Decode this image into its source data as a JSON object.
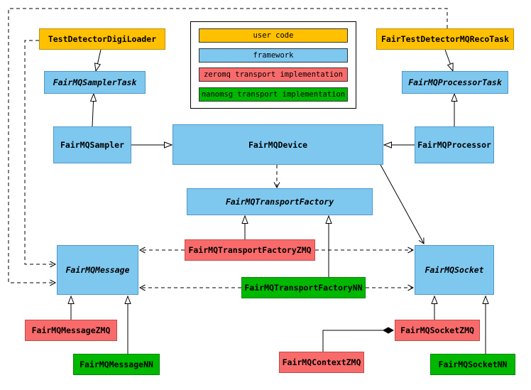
{
  "diagram": {
    "legend": {
      "items": [
        {
          "label": "user code",
          "color": "#FFC000"
        },
        {
          "label": "framework",
          "color": "#7EC8F0"
        },
        {
          "label": "zeromq transport implementation",
          "color": "#F96B6B"
        },
        {
          "label": "nanomsg transport implementation",
          "color": "#00B800"
        }
      ]
    },
    "nodes": {
      "test_detector_digi_loader": {
        "label": "TestDetectorDigiLoader",
        "category": "user code",
        "abstract": false
      },
      "fair_test_detector_mq_reco_task": {
        "label": "FairTestDetectorMQRecoTask",
        "category": "user code",
        "abstract": false
      },
      "fairmq_sampler_task": {
        "label": "FairMQSamplerTask",
        "category": "framework",
        "abstract": true
      },
      "fairmq_processor_task": {
        "label": "FairMQProcessorTask",
        "category": "framework",
        "abstract": true
      },
      "fairmq_sampler": {
        "label": "FairMQSampler",
        "category": "framework",
        "abstract": false
      },
      "fairmq_device": {
        "label": "FairMQDevice",
        "category": "framework",
        "abstract": false
      },
      "fairmq_processor": {
        "label": "FairMQProcessor",
        "category": "framework",
        "abstract": false
      },
      "fairmq_transport_factory": {
        "label": "FairMQTransportFactory",
        "category": "framework",
        "abstract": true
      },
      "fairmq_transport_factory_zmq": {
        "label": "FairMQTransportFactoryZMQ",
        "category": "zeromq transport implementation",
        "abstract": false
      },
      "fairmq_transport_factory_nn": {
        "label": "FairMQTransportFactoryNN",
        "category": "nanomsg transport implementation",
        "abstract": false
      },
      "fairmq_message": {
        "label": "FairMQMessage",
        "category": "framework",
        "abstract": true
      },
      "fairmq_socket": {
        "label": "FairMQSocket",
        "category": "framework",
        "abstract": true
      },
      "fairmq_message_zmq": {
        "label": "FairMQMessageZMQ",
        "category": "zeromq transport implementation",
        "abstract": false
      },
      "fairmq_message_nn": {
        "label": "FairMQMessageNN",
        "category": "nanomsg transport implementation",
        "abstract": false
      },
      "fairmq_context_zmq": {
        "label": "FairMQContextZMQ",
        "category": "zeromq transport implementation",
        "abstract": false
      },
      "fairmq_socket_zmq": {
        "label": "FairMQSocketZMQ",
        "category": "zeromq transport implementation",
        "abstract": false
      },
      "fairmq_socket_nn": {
        "label": "FairMQSocketNN",
        "category": "nanomsg transport implementation",
        "abstract": false
      }
    },
    "edges": [
      {
        "from": "TestDetectorDigiLoader",
        "to": "FairMQSamplerTask",
        "type": "inheritance"
      },
      {
        "from": "FairMQSampler",
        "to": "FairMQSamplerTask",
        "type": "inheritance"
      },
      {
        "from": "FairTestDetectorMQRecoTask",
        "to": "FairMQProcessorTask",
        "type": "inheritance"
      },
      {
        "from": "FairMQProcessor",
        "to": "FairMQProcessorTask",
        "type": "inheritance"
      },
      {
        "from": "FairMQSampler",
        "to": "FairMQDevice",
        "type": "inheritance"
      },
      {
        "from": "FairMQProcessor",
        "to": "FairMQDevice",
        "type": "inheritance"
      },
      {
        "from": "FairMQDevice",
        "to": "FairMQTransportFactory",
        "type": "dependency"
      },
      {
        "from": "FairMQTransportFactoryZMQ",
        "to": "FairMQTransportFactory",
        "type": "inheritance"
      },
      {
        "from": "FairMQTransportFactoryNN",
        "to": "FairMQTransportFactory",
        "type": "inheritance"
      },
      {
        "from": "FairMQDevice",
        "to": "FairMQSocket",
        "type": "association"
      },
      {
        "from": "FairMQTransportFactoryZMQ",
        "to": "FairMQMessage",
        "type": "dependency"
      },
      {
        "from": "FairMQTransportFactoryZMQ",
        "to": "FairMQSocket",
        "type": "dependency"
      },
      {
        "from": "FairMQTransportFactoryNN",
        "to": "FairMQMessage",
        "type": "dependency"
      },
      {
        "from": "FairMQTransportFactoryNN",
        "to": "FairMQSocket",
        "type": "dependency"
      },
      {
        "from": "TestDetectorDigiLoader",
        "to": "FairMQMessage",
        "type": "dependency"
      },
      {
        "from": "FairTestDetectorMQRecoTask",
        "to": "FairMQMessage",
        "type": "dependency"
      },
      {
        "from": "FairMQMessageZMQ",
        "to": "FairMQMessage",
        "type": "inheritance"
      },
      {
        "from": "FairMQMessageNN",
        "to": "FairMQMessage",
        "type": "inheritance"
      },
      {
        "from": "FairMQSocketZMQ",
        "to": "FairMQSocket",
        "type": "inheritance"
      },
      {
        "from": "FairMQSocketNN",
        "to": "FairMQSocket",
        "type": "inheritance"
      },
      {
        "from": "FairMQContextZMQ",
        "to": "FairMQSocketZMQ",
        "type": "composition"
      }
    ]
  }
}
